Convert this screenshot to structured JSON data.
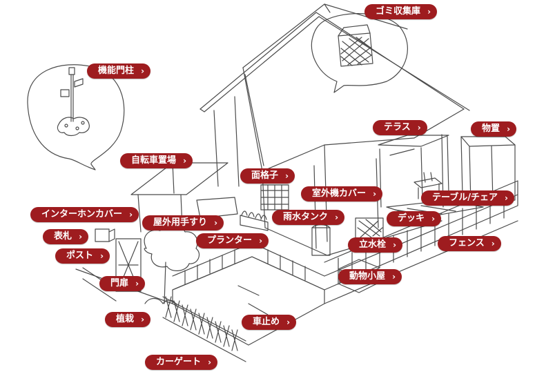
{
  "labels": {
    "gomi": "ゴミ収集庫",
    "kinou": "機能門柱",
    "jitensha": "自転車置場",
    "menkoshi": "面格子",
    "terrace": "テラス",
    "monooki": "物置",
    "shitsugaiki": "室外機カバー",
    "table": "テーブル/チェア",
    "intercom": "インターホンカバー",
    "tesuri": "屋外用手すり",
    "usui": "雨水タンク",
    "deck": "デッキ",
    "hyousatsu": "表札",
    "planter": "プランター",
    "tatemizu": "立水栓",
    "fence": "フェンス",
    "post": "ポスト",
    "doubutsu": "動物小屋",
    "monpi": "門扉",
    "shokusai": "植栽",
    "kurumadome": "車止め",
    "cargate": "カーゲート"
  },
  "chevron": "›",
  "icons": {
    "chevron": "chevron-right-icon"
  },
  "colors": {
    "tag_bg": "#9e1c1f",
    "tag_text": "#ffffff",
    "sketch": "#4a4a4a"
  }
}
